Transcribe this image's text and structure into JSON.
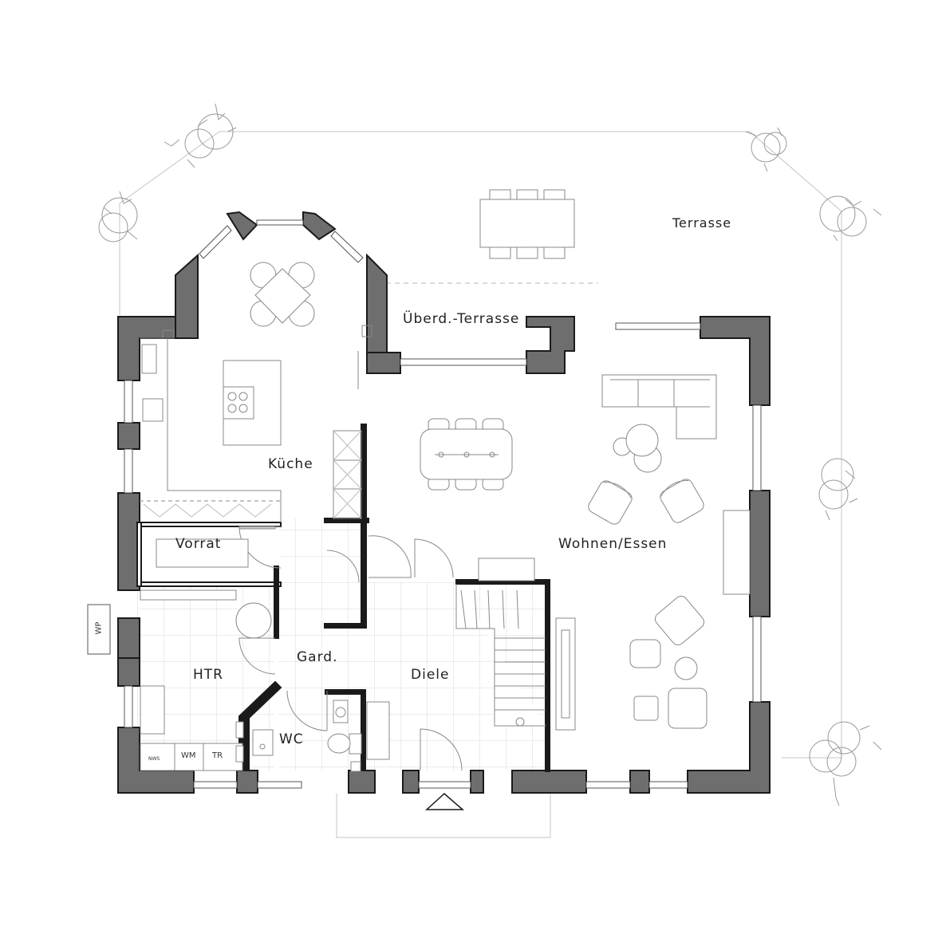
{
  "rooms": {
    "terrasse": "Terrasse",
    "ueberd_terrasse": "Überd.-Terrasse",
    "kueche": "Küche",
    "wohnen_essen": "Wohnen/Essen",
    "vorrat": "Vorrat",
    "htr": "HTR",
    "gard": "Gard.",
    "diele": "Diele",
    "wc": "WC"
  },
  "fixtures": {
    "wp": "WP",
    "nws": "NWS",
    "wm": "WM",
    "tr": "TR"
  },
  "colors": {
    "wall_fill": "#6e6e6e",
    "wall_outline": "#1a1a1a",
    "furniture_line": "#888888",
    "tile_grid": "#d8d8d8",
    "tree_line": "#999999"
  }
}
